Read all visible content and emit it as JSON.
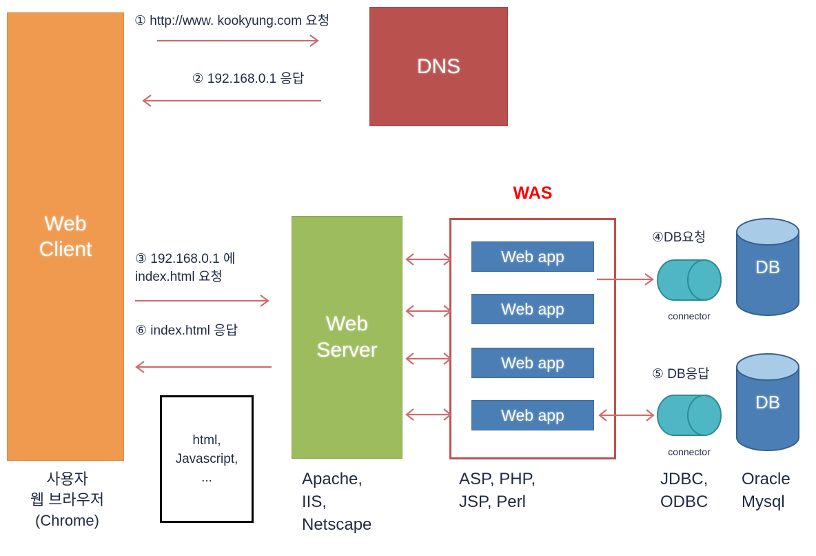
{
  "diagram": {
    "title": "Web Client - DNS - Web Server - WAS - DB architecture flow",
    "colors": {
      "client": "#F09A4F",
      "dns": "#B9514F",
      "web_server": "#9CBC5D",
      "web_app": "#4A7EB5",
      "was_border": "#C0504D",
      "was_title": "#FF0000",
      "arrow": "#CE6C6C",
      "connector": "#4FB6C4",
      "db": "#4A7EB5",
      "text": "#1F2A44"
    }
  },
  "nodes": {
    "client": {
      "label": "Web\nClient",
      "line1": "Web",
      "line2": "Client"
    },
    "dns": {
      "label": "DNS"
    },
    "web_server": {
      "line1": "Web",
      "line2": "Server"
    },
    "html_box": {
      "line1": "html,",
      "line2": "Javascript,",
      "line3": "..."
    },
    "was": {
      "title": "WAS"
    },
    "web_apps": [
      {
        "label": "Web app"
      },
      {
        "label": "Web app"
      },
      {
        "label": "Web app"
      },
      {
        "label": "Web app"
      }
    ],
    "connectors": [
      {
        "label": "connector"
      },
      {
        "label": "connector"
      }
    ],
    "databases": [
      {
        "label": "DB"
      },
      {
        "label": "DB"
      }
    ]
  },
  "steps": {
    "step1": "① http://www. kookyung.com 요청",
    "step2": "② 192.168.0.1 응답",
    "step3_line1": "③ 192.168.0.1 에",
    "step3_line2": "index.html 요청",
    "step4": "④DB요청",
    "step5": "⑤ DB응답",
    "step6": "⑥ index.html 응답"
  },
  "captions": {
    "client_line1": "사용자",
    "client_line2": "웹 브라우저",
    "client_line3": "(Chrome)",
    "web_server_line1": "Apache,",
    "web_server_line2": "IIS,",
    "web_server_line3": "Netscape",
    "was_line1": "ASP, PHP,",
    "was_line2": "JSP, Perl",
    "connector_line1": "JDBC,",
    "connector_line2": "ODBC",
    "db_line1": "Oracle",
    "db_line2": "Mysql"
  }
}
